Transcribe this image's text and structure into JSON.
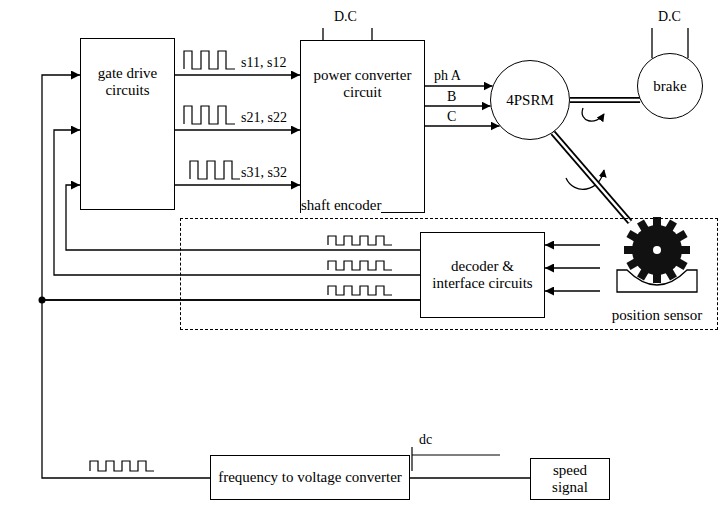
{
  "diagram": {
    "nodes": [
      {
        "text": [
          "gate drive circuits"
        ]
      },
      {
        "text": [
          "power converter circuit"
        ]
      },
      {
        "text": [
          "4PSRM"
        ]
      },
      {
        "text": [
          "brake"
        ]
      },
      {
        "text": [
          "shaft encoder"
        ]
      },
      {
        "text": [
          "decoder & interface circuits"
        ],
        "in": 4
      },
      {
        "text": [
          "position sensor"
        ],
        "in": 4
      },
      {
        "text": [
          "frequency to voltage converter"
        ]
      },
      {
        "text": [
          "speed signal"
        ]
      }
    ],
    "edges": [
      {
        "from": 0,
        "to": 1,
        "arrow": "to"
      },
      {
        "from": 0,
        "to": 1,
        "arrow": "to"
      },
      {
        "from": 0,
        "to": 1,
        "arrow": "to"
      },
      {
        "from": 1,
        "to": 2,
        "arrow": "to",
        "label": "ph A"
      },
      {
        "from": 1,
        "to": 2,
        "arrow": "to",
        "label": "B"
      },
      {
        "from": 1,
        "to": 2,
        "arrow": "to",
        "label": "C"
      },
      {
        "from": 2,
        "to": 3,
        "arrow": "none"
      },
      {
        "from": 2,
        "to": 6,
        "arrow": "none"
      },
      {
        "from": 6,
        "to": 5,
        "arrow": "to"
      },
      {
        "from": 6,
        "to": 5,
        "arrow": "to"
      },
      {
        "from": 6,
        "to": 5,
        "arrow": "to"
      },
      {
        "from": 5,
        "to": 0,
        "arrow": "to"
      },
      {
        "from": 5,
        "to": 0,
        "arrow": "to"
      },
      {
        "from": 5,
        "to": 0,
        "arrow": "to"
      },
      {
        "from": 5,
        "to": 7,
        "arrow": "none"
      },
      {
        "from": 7,
        "to": 8,
        "arrow": "none"
      }
    ],
    "labels": [
      "D.C",
      "D.C",
      "s11, s12",
      "s21, s22",
      "s31, s32",
      "dc"
    ]
  }
}
